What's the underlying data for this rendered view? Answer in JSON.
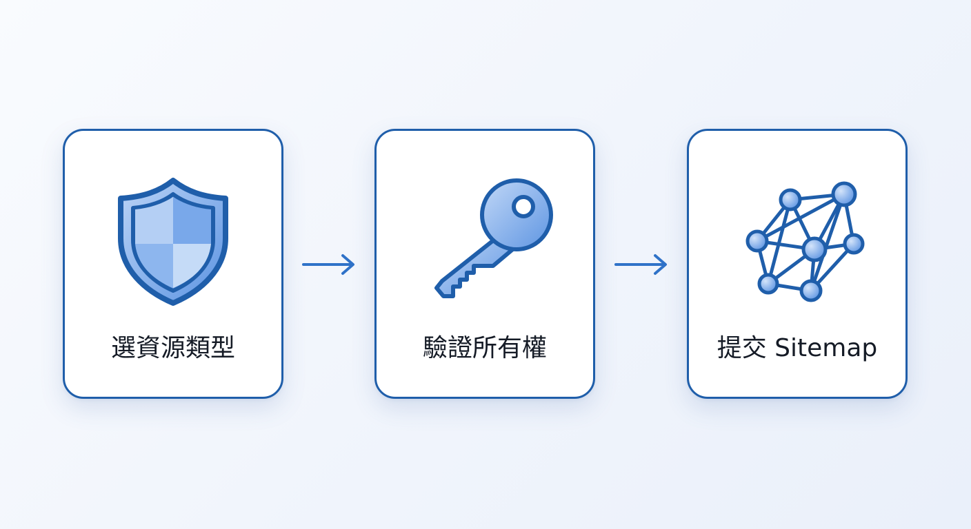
{
  "steps": [
    {
      "label": "選資源類型",
      "icon": "shield-icon"
    },
    {
      "label": "驗證所有權",
      "icon": "key-icon"
    },
    {
      "label": "提交 Sitemap",
      "icon": "network-icon"
    }
  ],
  "colors": {
    "card_border": "#1f5eaa",
    "icon_fill_light": "#a9c7f3",
    "icon_fill_dark": "#4f8be0",
    "arrow": "#2f72c8",
    "text": "#151b26"
  }
}
